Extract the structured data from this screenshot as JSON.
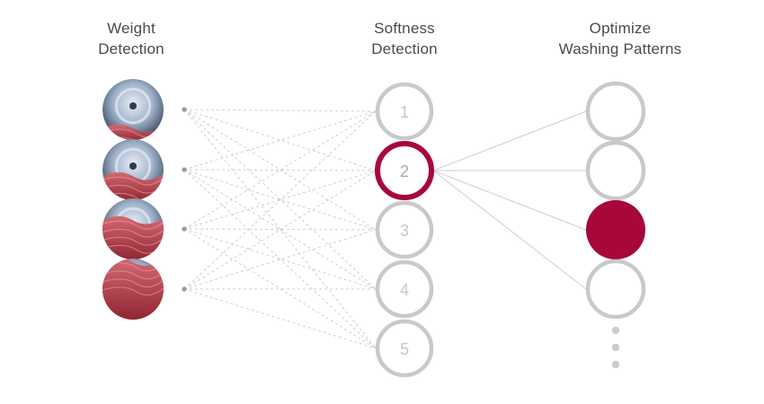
{
  "columns": {
    "weight": {
      "line1": "Weight",
      "line2": "Detection"
    },
    "softness": {
      "line1": "Softness",
      "line2": "Detection"
    },
    "patterns": {
      "line1": "Optimize",
      "line2": "Washing Patterns"
    }
  },
  "weight_levels": [
    {
      "name": "weight-level-1",
      "fill_fraction": 0.25
    },
    {
      "name": "weight-level-2",
      "fill_fraction": 0.45
    },
    {
      "name": "weight-level-3",
      "fill_fraction": 0.7
    },
    {
      "name": "weight-level-4",
      "fill_fraction": 1.0
    }
  ],
  "softness_levels": [
    "1",
    "2",
    "3",
    "4",
    "5"
  ],
  "selected_softness": "2",
  "patterns": {
    "count": 4,
    "selected_index": 2,
    "continuation": "more-dots"
  },
  "colors": {
    "accent": "#a8073a",
    "circle_outline": "#c9c9c9",
    "line": "#cfcfcf",
    "text": "#4a4a4a",
    "fabric": "#b8424d",
    "drum": "#9fb1c9"
  }
}
